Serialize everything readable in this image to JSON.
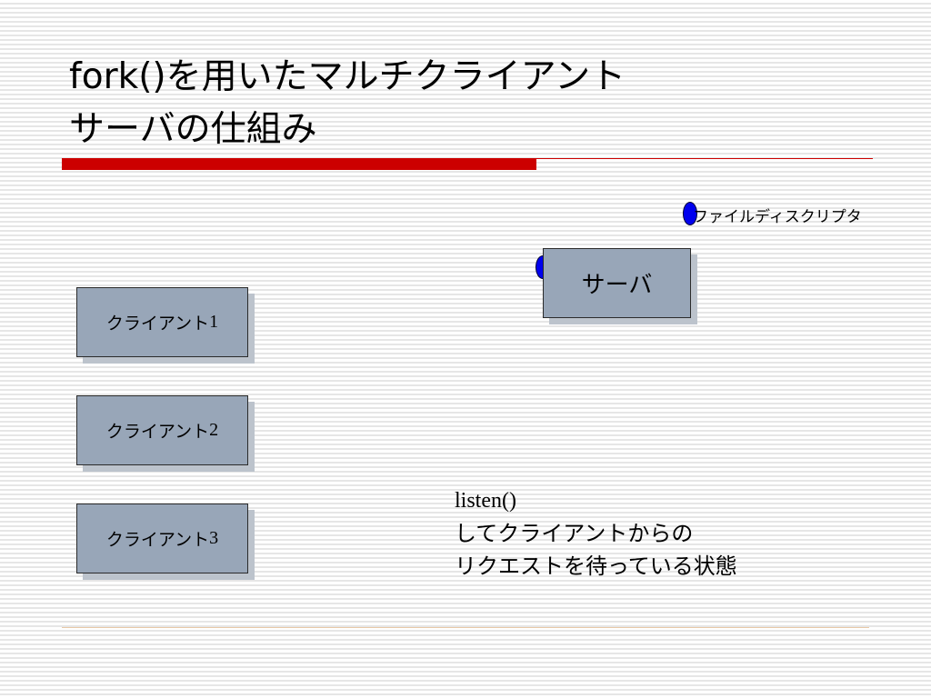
{
  "title": {
    "line1": "fork()を用いたマルチクライアント",
    "line2": "サーバの仕組み"
  },
  "legend": {
    "label": "ファイルディスクリプタ"
  },
  "server": {
    "label": "サーバ"
  },
  "clients": [
    {
      "label": "クライアント",
      "number": "1"
    },
    {
      "label": "クライアント",
      "number": "2"
    },
    {
      "label": "クライアント",
      "number": "3"
    }
  ],
  "note": {
    "line1_prefix": "listen()",
    "line1_rest": "してクライアントからの",
    "line2": "リクエストを待っている状態"
  },
  "colors": {
    "accent_red": "#cc0000",
    "box_fill": "#98a6b8",
    "descriptor_blue": "#0000ee"
  }
}
